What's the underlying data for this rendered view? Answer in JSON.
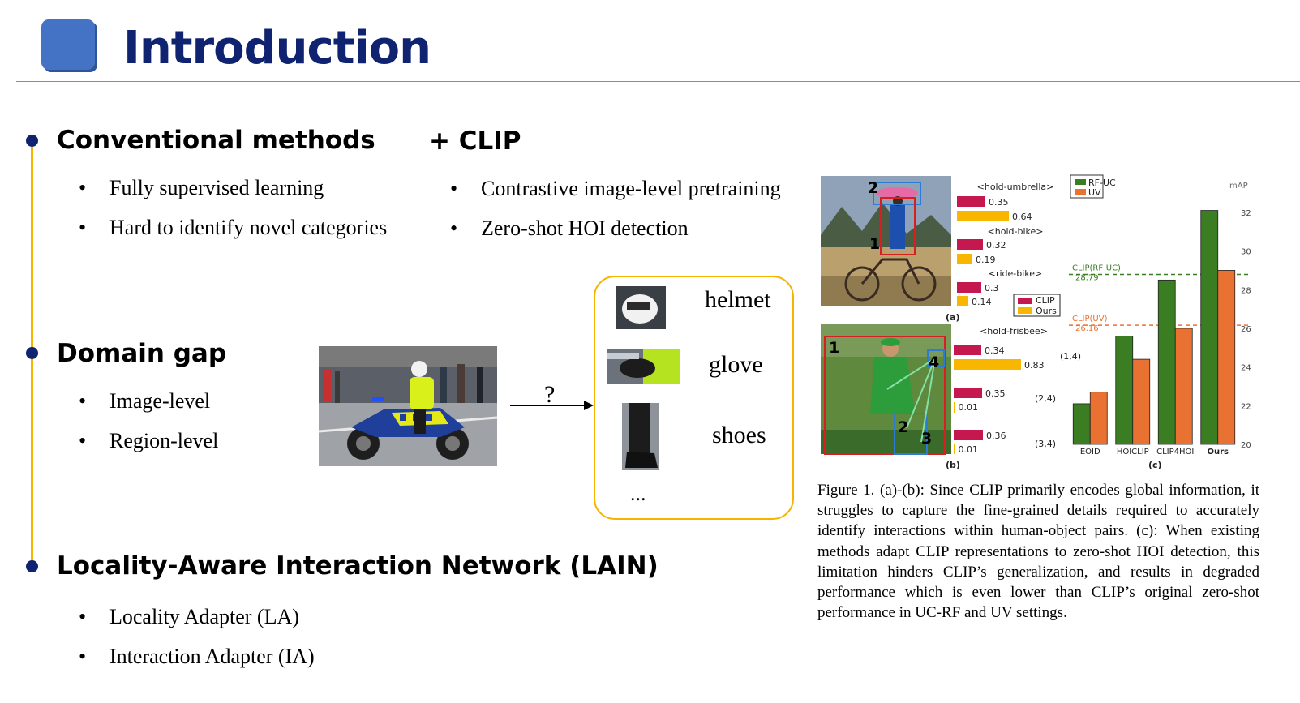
{
  "slide": {
    "title": "Introduction"
  },
  "sections": [
    {
      "heading": "Conventional methods",
      "bullets": [
        "Fully supervised learning",
        "Hard to identify novel categories"
      ]
    },
    {
      "heading": "+ CLIP",
      "bullets": [
        "Contrastive image-level pretraining",
        "Zero-shot HOI detection"
      ]
    },
    {
      "heading": "Domain gap",
      "bullets": [
        "Image-level",
        "Region-level"
      ]
    },
    {
      "heading": "Locality-Aware Interaction Network (LAIN)",
      "bullets": [
        "Locality Adapter (LA)",
        "Interaction Adapter (IA)"
      ]
    }
  ],
  "illustration": {
    "arrow_label": "?",
    "crops": [
      "helmet",
      "glove",
      "shoes"
    ],
    "more": "..."
  },
  "figure": {
    "panel_a": {
      "label": "(a)",
      "groups": [
        {
          "name": "<hold-umbrella>",
          "clip": 0.35,
          "ours": 0.64
        },
        {
          "name": "<hold-bike>",
          "clip": 0.32,
          "ours": 0.19
        },
        {
          "name": "<ride-bike>",
          "clip": 0.3,
          "ours": 0.14
        }
      ],
      "box_ids": [
        "2",
        "1"
      ],
      "legend": [
        "CLIP",
        "Ours"
      ]
    },
    "panel_b": {
      "label": "(b)",
      "group": "<hold-frisbee>",
      "pairs": [
        {
          "pair": "(1,4)",
          "clip": 0.34,
          "ours": 0.83
        },
        {
          "pair": "(2,4)",
          "clip": 0.35,
          "ours": 0.01
        },
        {
          "pair": "(3,4)",
          "clip": 0.36,
          "ours": 0.01
        }
      ],
      "box_ids": [
        "1",
        "4",
        "2",
        "3"
      ]
    },
    "panel_c": {
      "label": "(c)",
      "chart_data": {
        "type": "bar",
        "categories": [
          "EOID",
          "HOICLIP",
          "CLIP4HOI",
          "Ours"
        ],
        "series": [
          {
            "name": "RF-UC",
            "values": [
              22.1,
              25.6,
              28.5,
              32.1
            ]
          },
          {
            "name": "UV",
            "values": [
              22.7,
              24.4,
              26.0,
              29.0
            ]
          }
        ],
        "ylabel": "mAP",
        "ylim": [
          20,
          32.5
        ],
        "yticks": [
          20,
          22,
          24,
          26,
          28,
          30,
          32
        ],
        "reference_lines": [
          {
            "label": "CLIP(RF-UC)",
            "value": 28.79,
            "color": "#3a7d22"
          },
          {
            "label": "CLIP(UV)",
            "value": 26.16,
            "color": "#e97132"
          }
        ],
        "legend_position": "top-left"
      }
    },
    "caption": "Figure 1. (a)-(b): Since CLIP primarily encodes global information, it struggles to capture the fine-grained details required to accurately identify interactions within human-object pairs. (c): When existing methods adapt CLIP representations to zero-shot HOI detection, this limitation hinders CLIP’s generalization, and results in degraded performance which is even lower than CLIP’s original zero-shot performance in UC-RF and UV settings."
  },
  "colors": {
    "title": "#0f2370",
    "accent": "#f4b400",
    "clip_bar": "#c5184e",
    "ours_bar": "#f8b600",
    "green": "#3a7d22",
    "orange": "#e97132",
    "square": "#4472c4"
  }
}
